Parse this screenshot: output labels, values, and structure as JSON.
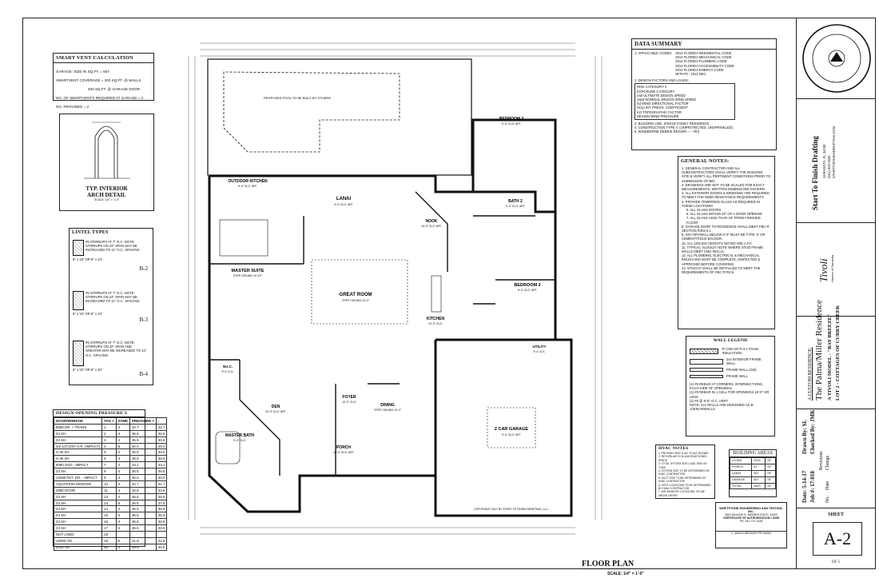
{
  "smart_vent": {
    "title": "SMART VENT CALCULATION",
    "lines": [
      "GARAGE: SIZE IN SQ.FT.  = 557",
      "SMARTVENT COVERAGE = 200 SQ.FT. @ WALLS",
      "400 SQ.FT. @ GARAGE DOOR",
      "NO. OF SMARTVENTS REQUIRED AT GARAGE = 2",
      "NO. PROVIDED = 2"
    ]
  },
  "arch_detail": {
    "title": "TYP. INTERIOR",
    "subtitle": "ARCH DETAIL",
    "scale": "SCALE:                1/4\" = 1'-0\""
  },
  "lintel": {
    "title": "LINTEL TYPES",
    "types": [
      {
        "tag": "B-2",
        "note": "#5 STIRRUPS AT 7\" O.C.  NOTE: STIRRUPS ON 24\" SPAN MAY BE INCREASED TO 11\" O.C. SPACING",
        "size": "8\" x 16\" OR 8\" x 24\""
      },
      {
        "tag": "B-3",
        "note": "#5 STIRRUPS AT 7\" O.C.  NOTE: STIRRUPS ON 24\" SPAN MAY BE INCREASED TO 11\" O.C. SPACING",
        "size": "8\" x 16\" OR 8\" x 24\""
      },
      {
        "tag": "B-4",
        "note": "#5 STIRRUPS AT 7\" O.C.  NOTE: STIRRUPS ON 32\" SPAN AND GREATER MAY BE INCREASED TO 12\" O.C. SPACING",
        "size": "8\" x 32\" OR 8\" x 40\""
      }
    ]
  },
  "design_pressures": {
    "title": "DESIGN OPENING PRESSURE'S",
    "headers": [
      "DOOR/WINDOW",
      "TAG #",
      "ZONE",
      "PRESSURE +",
      "-"
    ],
    "rows": [
      [
        "8080 DR. + TRANS.",
        "1",
        "4",
        "32.7",
        "32.7"
      ],
      [
        "34 SH",
        "2",
        "4",
        "36.5",
        "36.5"
      ],
      [
        "34 SH",
        "3",
        "4",
        "36.5",
        "36.5"
      ],
      [
        "3/2-1/2\"x207 H.R. (IMPACT)",
        "4",
        "5",
        "40.0",
        "45.0"
      ],
      [
        "H 36 SH",
        "5",
        "4",
        "36.5",
        "36.5"
      ],
      [
        "H 36 SH",
        "6",
        "4",
        "36.5",
        "36.5"
      ],
      [
        "8080 SGD - IMPACT",
        "7",
        "4",
        "33.1",
        "33.1"
      ],
      [
        "23 SH",
        "8",
        "4",
        "36.5",
        "36.5"
      ],
      [
        "12080 PKT. DR. - IMPACT",
        "9",
        "4",
        "30.0",
        "30.0"
      ],
      [
        "AQUARIUM WINDOW",
        "10",
        "4",
        "32.7",
        "32.7"
      ],
      [
        "3080 DOOR",
        "11",
        "4",
        "34.6",
        "34.6"
      ],
      [
        "23 SH",
        "12",
        "4",
        "36.5",
        "36.5"
      ],
      [
        "23 SH",
        "13",
        "5",
        "36.5",
        "37.8"
      ],
      [
        "23 SH",
        "14",
        "4",
        "36.5",
        "36.5"
      ],
      [
        "23 SH",
        "15",
        "4",
        "36.5",
        "36.5"
      ],
      [
        "23 SH",
        "16",
        "4",
        "36.5",
        "36.5"
      ],
      [
        "23 SH",
        "17",
        "4",
        "36.5",
        "36.5"
      ],
      [
        "NOT USED",
        "18",
        "",
        "",
        ""
      ],
      [
        "16080 OD.",
        "19",
        "5",
        "31.8",
        "31.8"
      ],
      [
        "2020 SH",
        "20",
        "4",
        "36.5",
        "36.5"
      ]
    ]
  },
  "data_summary": {
    "title": "DATA SUMMARY",
    "codes_label": "1. APPLICABLE CODES:",
    "codes": [
      "2014 FLORIDA RESIDENTIAL CODE",
      "2014 FLORIDA MECHANICAL CODE",
      "2014 FLORIDA PLUMBING CODE",
      "2014 FLORIDA ACCESSIBILITY CODE",
      "2014 FLORIDA ENERGY CODE",
      "NFPA70 - 2011 NEC"
    ],
    "factors_label": "2. DESIGN FACTORS AND LOADS:",
    "factors": [
      "RISK CATEGORY II",
      "EXPOSURE CATEGORY",
      "Vult ULTIMATE DESIGN SPEED",
      "Vasd NOMINAL DESIGN WIND SPEED",
      "Kd  WIND DIRECTIONAL FACTOR",
      "GCpi INT. PRESS. COEFFICIENT",
      "Kzt TOPOGRAPHIC FACTOR",
      "DESIGN WIND PRESSURE"
    ],
    "items": [
      "3. BUILDING USE: SINGLE FAMILY RESIDENCE.",
      "4. CONSTRUCTION TYPE V, (UNPROTECTED, UNSPRINKLED)",
      "5. WINDBORNE DEBRIS REGION ---- YES"
    ]
  },
  "general_notes": {
    "title": "GENERAL NOTES:",
    "notes": [
      "1. GENERAL CONTRACTOR AND ALL SUBCONTRACTORS SHALL VERIFY THE BUILDING SITE & VERIFY ALL PERTINENT CONDITIONS PRIOR TO SUBMISSION OF BID.",
      "2. DRAWINGS ARE NOT TO BE SCALED FOR EXACT MEASUREMENTS. WRITTEN DIMENSIONS GOVERN.",
      "3. ALL EXTERIOR DOORS & WINDOWS ARE REQUIRED TO MEET THE WIND RESISTANCE REQUIREMENTS.",
      "4. PROVIDE TEMPERED GLASS AS REQUIRED IN THESE LOCATIONS:",
      "5. ALL GLASS DOORS",
      "6. ALL GLASS WITHIN 24\" OF A DOOR OPENING",
      "7. ALL GLASS LESS THAN 18\" FROM FINISHED FLOOR",
      "8. GARAGE DOOR TO RESIDENCE SHALL MEET FBC-R SECTION R302.5.1",
      "9. ANY DRYWALL BELOW 8'-0\" MUST BE TYPE 'X' OR CEMENTITIOUS BACKER.",
      "10. ALL CEILING HEIGHTS NOTED ARE A.F.F.",
      "11. TYPICAL 'SLOUCH' NOTE WHERE STUD FRAME WALLS MEET CMU WALLS.",
      "12. ALL PLUMBING, ELECTRICAL & MECHANICAL ROUGH-INS MUST BE COMPLETE, INSPECTED & APPROVED BEFORE COVERING.",
      "13. STUCCO SHALL BE INSTALLED TO MEET THE REQUIREMENTS OF FBC R703.6."
    ]
  },
  "wall_legend": {
    "title": "WALL LEGEND",
    "items": [
      "8\" CMU W/ R-4.1 FOAM INSULATION",
      "2x4 INTERIOR FRAME WALL",
      "FRAME WALL (2x6)",
      "FRAME WALL"
    ],
    "notes": [
      "(1) #5 REBAR AT CORNERS, INTERSECTIONS, EACH SIDE OF OPENINGS",
      "(1) #5 REBAR IN 1 CELL FOR OPENINGS 16'-0\" OR LESS",
      "(2) #5 @ 8'-0\" O.C. VERT.",
      "NOTE: ALL WALLS ARE DESIGNED AS B-1/SHEARWALLS"
    ]
  },
  "hvac_notes": {
    "title": "HVAC NOTES",
    "notes": [
      "1. PROVIDE HEAT & A/C TO ALL ROOMS",
      "2. RETURN AIR IS IN UNCONDITIONED SPACE",
      "3. TOTAL SYSTEM SIZE LOAD TAKE BY TONS",
      "4. SYSTEM SIZE TO BE DETERMINED BY HVAC CONTRACTOR",
      "5. DUCT SIZE TO BE DETERMINED BY HVAC CONTRACTOR",
      "6. VENT LOCATIONS TO BE DETERMINED BY HVAC CONTRACTOR",
      "7. AIR HANDLER LOCATIONS: 30\"x48\" ABOVE DRYER"
    ]
  },
  "building_areas": {
    "title": "BUILDING AREAS",
    "rows": [
      [
        "LIVING",
        "2245",
        "SF"
      ],
      [
        "PORCH",
        "51",
        "SF"
      ],
      [
        "LANAI",
        "467",
        "SF"
      ],
      [
        "GARAGE",
        "557",
        "SF"
      ],
      [
        "TOTAL",
        "3320",
        "SF"
      ]
    ]
  },
  "engineer": {
    "name": "WHETSTONE ENGINEERING AND TESTING, INC.",
    "address": "2804 53rd AVE E. BRADENTON FL 34203",
    "cert": "CERTIFICATE OF AUTHORIZATION # 8298",
    "phone": "PH. 941-737-3138",
    "signer": "L. JASON BERGER PSP 60063"
  },
  "title_block": {
    "firm": "Start To Finish Drafting",
    "firm_address": "SARASOTA, FL 34238",
    "firm_phone": "(941) 932-2606",
    "firm_web": "STARTTOFINISHDRAFTING.COM",
    "custom_label": "A CUSTOM RESIDENCE:",
    "residence": "The Palma/Miller Residence",
    "model": "A TIVOLI MODEL - \"BAY BREEZE\"",
    "lot": "LOT 2 - COTTAGES OF CURRY CREEK",
    "brand": "Tivoli",
    "brand_sub": "Homes of Sarasota",
    "date": "Date: 5-14-17",
    "drawn": "Drawn By: SL",
    "job": "Job #: 17-018",
    "checked": "Checked By: JMK",
    "rev_label": "Revisions",
    "no_label": "No.",
    "date_label": "Date",
    "change_label": "Change",
    "sheet_label": "SHEET",
    "sheet": "A-2",
    "of": "OF 5"
  },
  "plan": {
    "title": "FLOOR PLAN",
    "scale": "SCALE:      1/4\" = 1'-0\"",
    "copyright": "COPYRIGHT 2017 BY START TO FINISH DRAFTING, LLC.",
    "pool": "PROPOSED POOL TO BE BUILT BY OTHERS",
    "rooms": [
      {
        "name": "OUTDOOR KITCHEN",
        "sub": "9'-4\" CLG. AFF."
      },
      {
        "name": "LANAI",
        "sub": "9'-4\" CLG. AFF."
      },
      {
        "name": "BEDROOM 3",
        "sub": "9'-4\" CLG. AFF."
      },
      {
        "name": "BATH 2",
        "sub": "9'-4\" CLG. AFF."
      },
      {
        "name": "NOOK",
        "sub": "10'-0\" CLG. AFF."
      },
      {
        "name": "MASTER SUITE",
        "sub": "STEP CEILING 10'-10\""
      },
      {
        "name": "GREAT ROOM",
        "sub": "STEP CEILING 10'-4\""
      },
      {
        "name": "BEDROOM 2",
        "sub": "9'-4\" CLG. AFF."
      },
      {
        "name": "KITCHEN",
        "sub": "10'-0\" CLG."
      },
      {
        "name": "W.I.C.",
        "sub": "9'-4\" CLG."
      },
      {
        "name": "DEN",
        "sub": "10'-0\" CLG. AFF."
      },
      {
        "name": "FOYER",
        "sub": "10'-0\" CLG."
      },
      {
        "name": "DINING",
        "sub": "STEP CEILING 10'-0\""
      },
      {
        "name": "MASTER BATH",
        "sub": "9'-4\" CLG."
      },
      {
        "name": "PORCH",
        "sub": "10'-0\" CLG. AFF."
      },
      {
        "name": "2 CAR GARAGE",
        "sub": "9'-4\" CLG. AFF."
      },
      {
        "name": "UTILITY",
        "sub": "9'-4\" CLG."
      }
    ]
  }
}
